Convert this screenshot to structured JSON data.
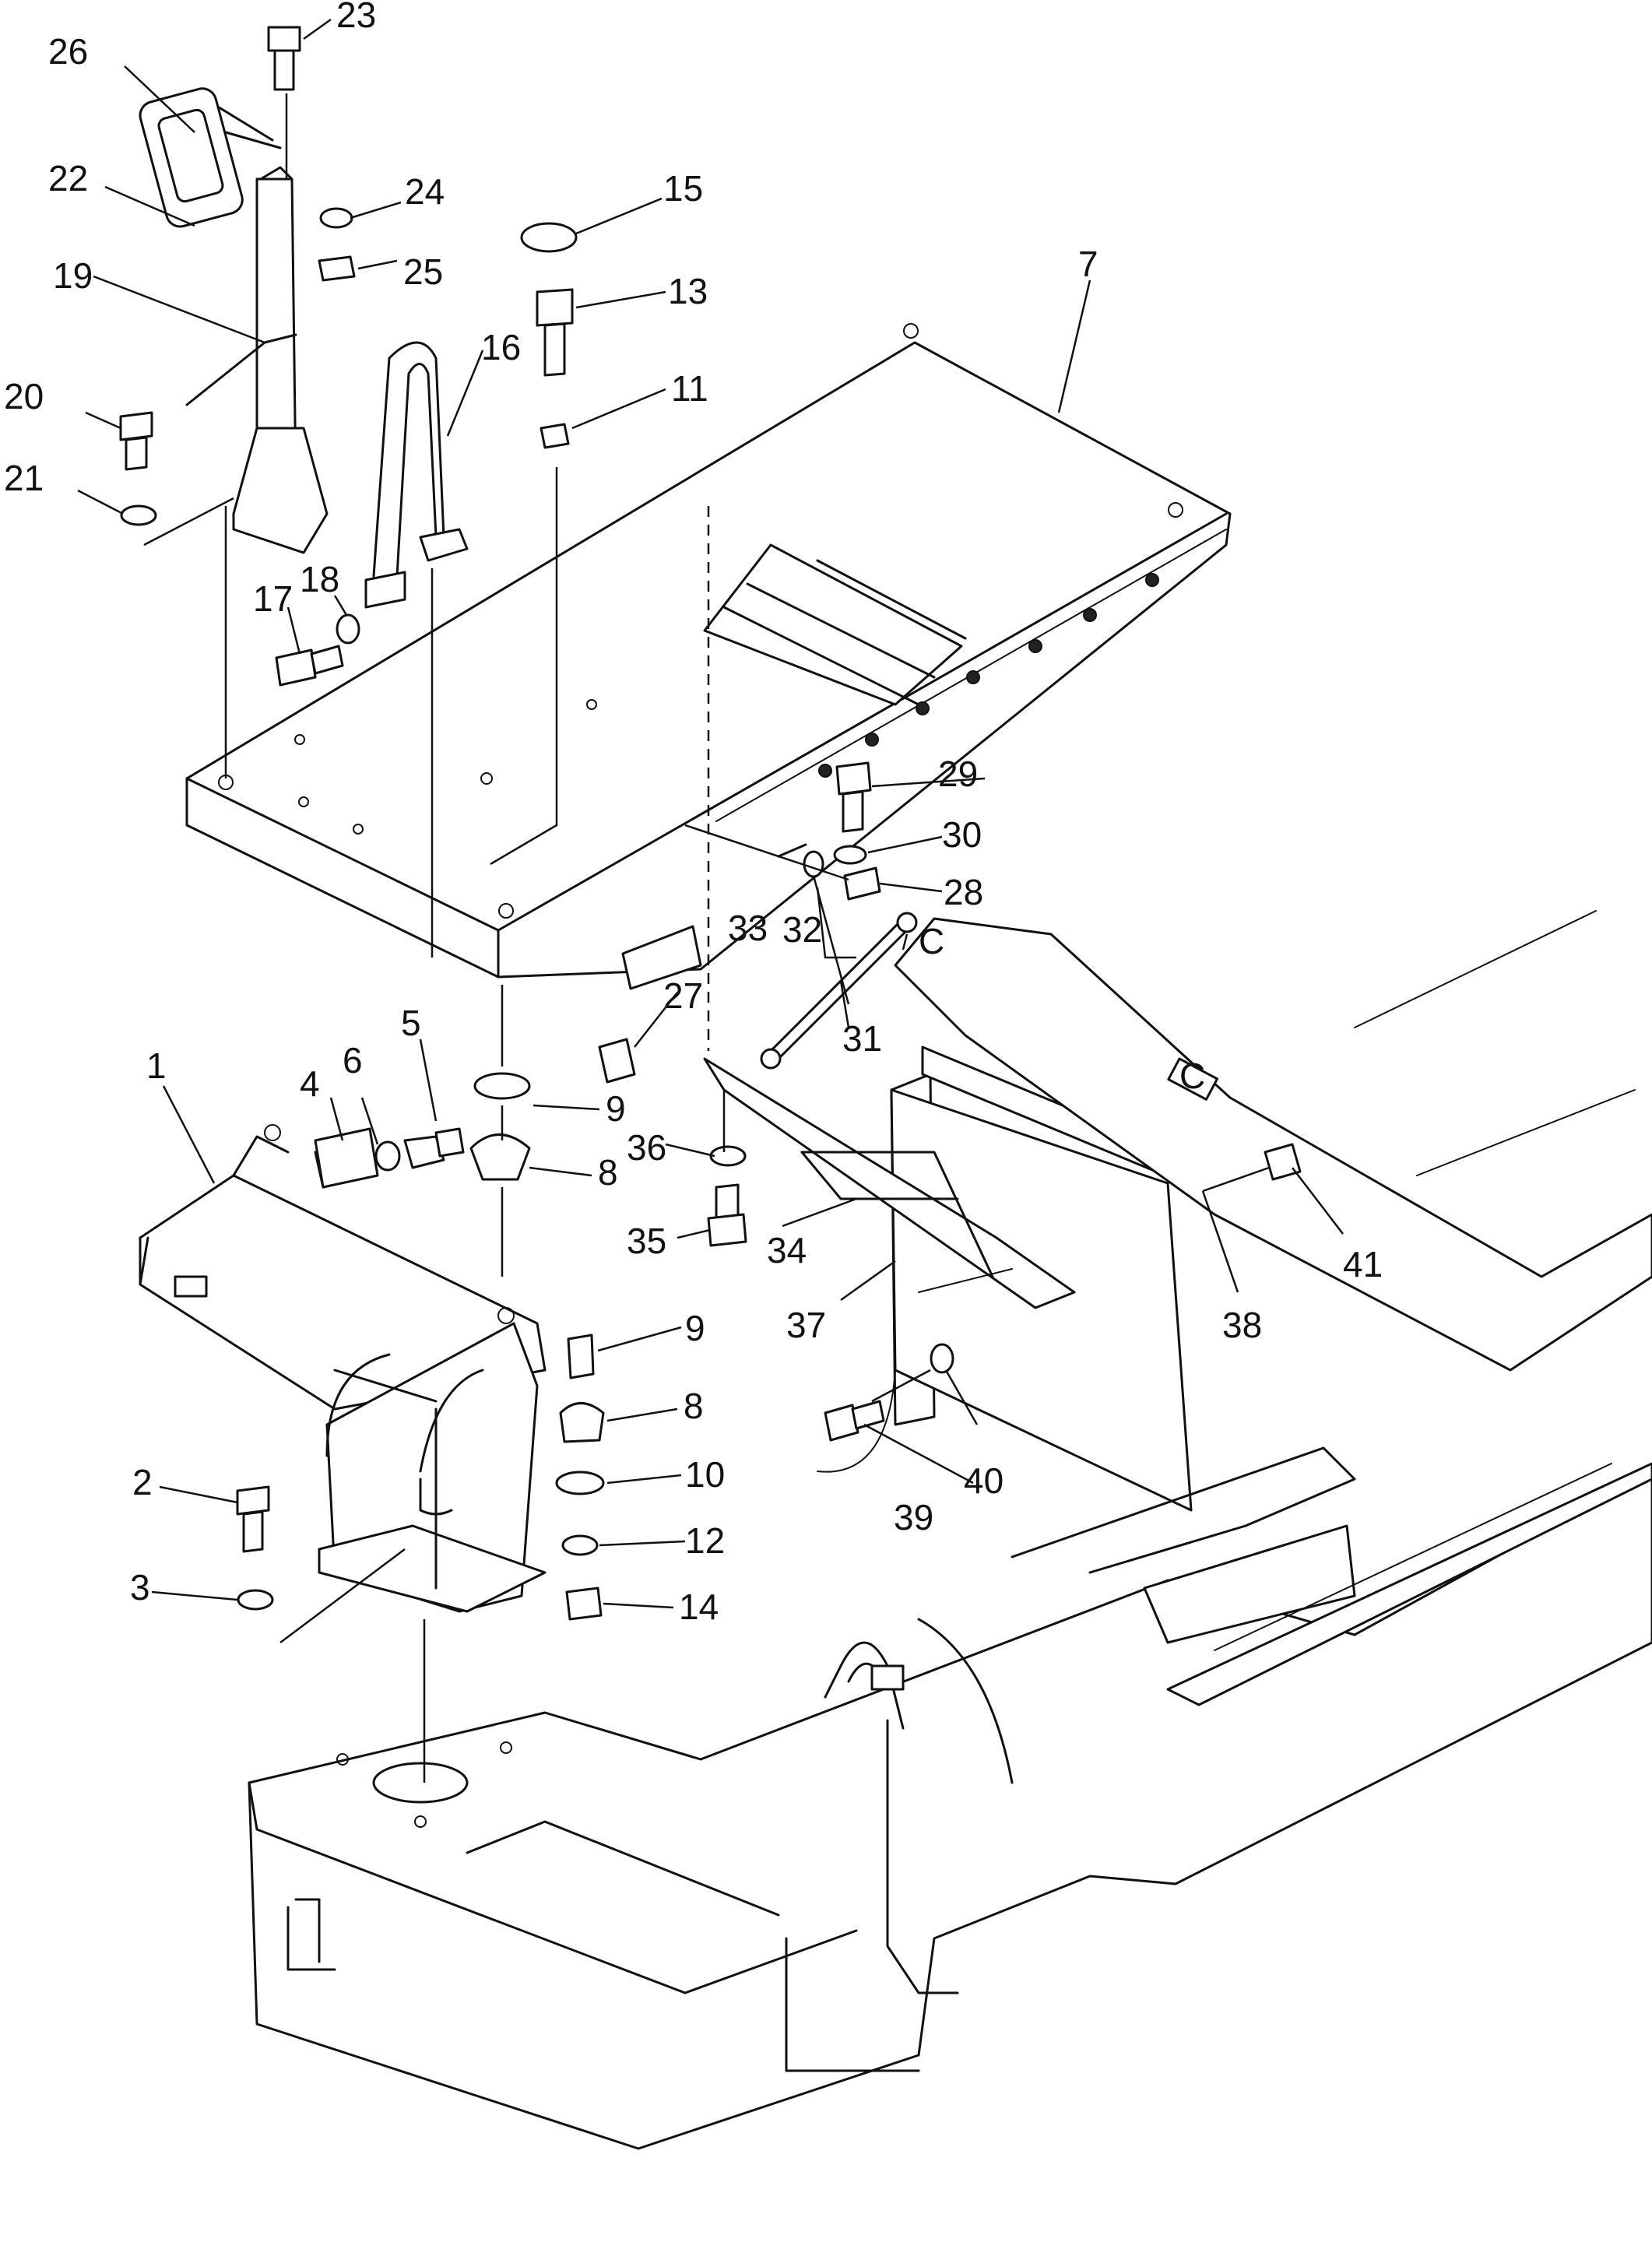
{
  "callouts": [
    {
      "label": "1"
    },
    {
      "label": "2"
    },
    {
      "label": "3"
    },
    {
      "label": "4"
    },
    {
      "label": "5"
    },
    {
      "label": "6"
    },
    {
      "label": "7"
    },
    {
      "label": "8"
    },
    {
      "label": "8"
    },
    {
      "label": "9"
    },
    {
      "label": "9"
    },
    {
      "label": "10"
    },
    {
      "label": "11"
    },
    {
      "label": "12"
    },
    {
      "label": "13"
    },
    {
      "label": "14"
    },
    {
      "label": "15"
    },
    {
      "label": "16"
    },
    {
      "label": "17"
    },
    {
      "label": "18"
    },
    {
      "label": "19"
    },
    {
      "label": "20"
    },
    {
      "label": "21"
    },
    {
      "label": "22"
    },
    {
      "label": "23"
    },
    {
      "label": "24"
    },
    {
      "label": "25"
    },
    {
      "label": "26"
    },
    {
      "label": "27"
    },
    {
      "label": "28"
    },
    {
      "label": "29"
    },
    {
      "label": "30"
    },
    {
      "label": "31"
    },
    {
      "label": "32"
    },
    {
      "label": "33"
    },
    {
      "label": "34"
    },
    {
      "label": "35"
    },
    {
      "label": "36"
    },
    {
      "label": "37"
    },
    {
      "label": "38"
    },
    {
      "label": "39"
    },
    {
      "label": "40"
    },
    {
      "label": "41"
    }
  ],
  "plate_marks": {
    "mark_a": "C",
    "mark_b": "C"
  }
}
